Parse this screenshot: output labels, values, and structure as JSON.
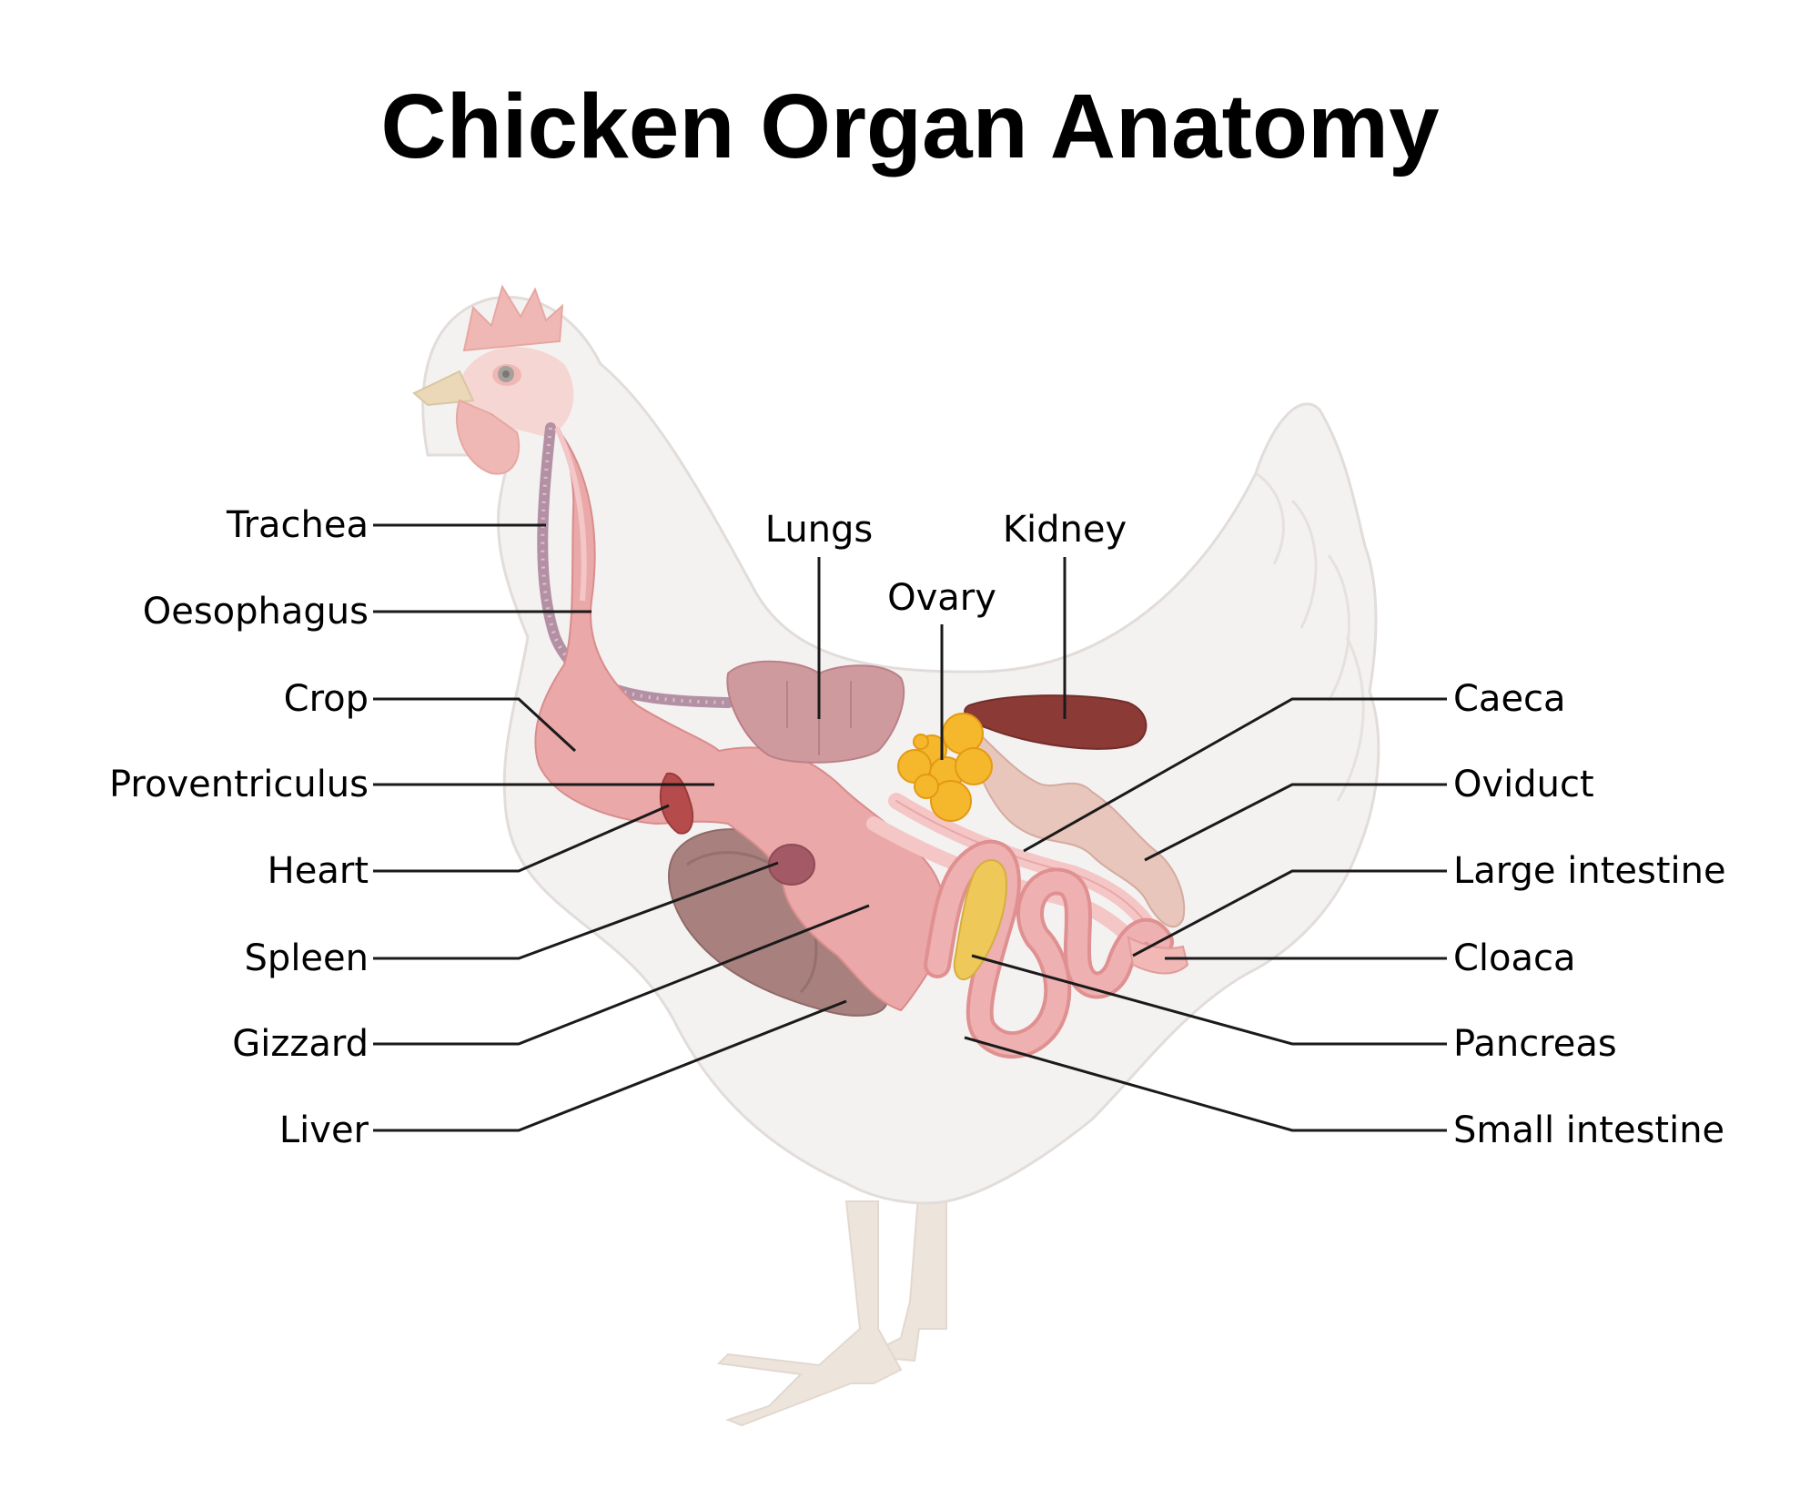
{
  "title": "Chicken Organ Anatomy",
  "labels": {
    "trachea": "Trachea",
    "oesophagus": "Oesophagus",
    "crop": "Crop",
    "proventriculus": "Proventriculus",
    "heart": "Heart",
    "spleen": "Spleen",
    "gizzard": "Gizzard",
    "liver": "Liver",
    "lungs": "Lungs",
    "ovary": "Ovary",
    "kidney": "Kidney",
    "caeca": "Caeca",
    "oviduct": "Oviduct",
    "large_intestine": "Large intestine",
    "cloaca": "Cloaca",
    "pancreas": "Pancreas",
    "small_intestine": "Small intestine"
  },
  "colors": {
    "body": "#f4f2f1",
    "outline": "#e2dcda",
    "comb": "#f0b8b4",
    "beak": "#ead8b8",
    "trachea": "#b490a4",
    "digestive": "#eaa8a8",
    "liver": "#a8807e",
    "heart": "#b64b4b",
    "spleen": "#a35a66",
    "lungs": "#cf9a9e",
    "kidney": "#8b3a36",
    "ovary": "#f5b82c",
    "pancreas": "#eec95a",
    "oviduct": "#e8c6bc",
    "legs": "#ede4dc"
  }
}
